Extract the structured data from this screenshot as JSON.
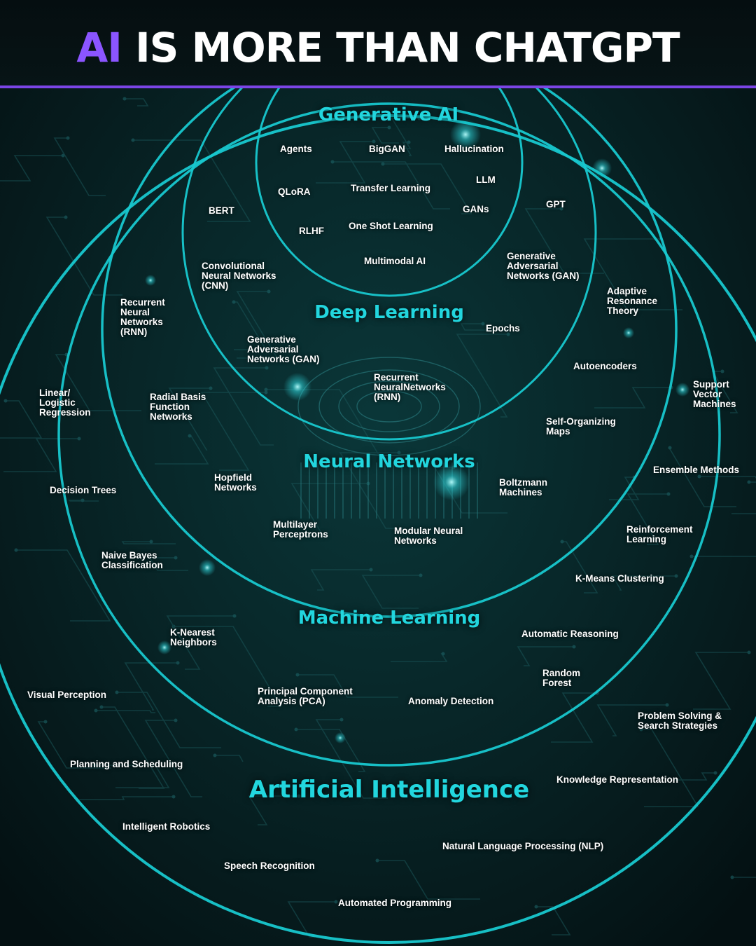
{
  "title": {
    "accent": "AI",
    "rest": "IS MORE THAN CHATGPT"
  },
  "colors": {
    "ring": "#18c8cf",
    "heading": "#22d6de",
    "accent": "#8b55ff",
    "divider": "#7b45e6",
    "background": "#061a1c"
  },
  "rings": {
    "generative_ai": {
      "label": "Generative AI",
      "terms": [
        "Agents",
        "BigGAN",
        "Hallucination",
        "QLoRA",
        "Transfer Learning",
        "LLM",
        "GANs",
        "RLHF",
        "One Shot Learning",
        "Multimodal AI"
      ]
    },
    "deep_learning": {
      "label": "Deep Learning",
      "terms": [
        "BERT",
        "GPT",
        "Convolutional\nNeural Networks\n(CNN)",
        "Generative\nAdversarial\nNetworks (GAN)",
        "Epochs",
        "Generative\nAdversarial\nNetworks (GAN)",
        "Recurrent\nNeuralNetworks\n(RNN)"
      ]
    },
    "neural_networks": {
      "label": "Neural Networks",
      "terms": [
        "Recurrent\nNeural\nNetworks\n(RNN)",
        "Adaptive\nResonance\nTheory",
        "Autoencoders",
        "Radial Basis\nFunction\nNetworks",
        "Self-Organizing\nMaps",
        "Hopfield\nNetworks",
        "Boltzmann\nMachines",
        "Multilayer\nPerceptrons",
        "Modular Neural\nNetworks"
      ]
    },
    "machine_learning": {
      "label": "Machine Learning",
      "terms": [
        "Linear/\nLogistic\nRegression",
        "Support\nVector\nMachines",
        "Decision Trees",
        "Ensemble Methods",
        "Reinforcement\nLearning",
        "Naive Bayes\nClassification",
        "K-Means Clustering",
        "K-Nearest\nNeighbors",
        "Automatic Reasoning",
        "Random\nForest",
        "Principal Component\nAnalysis (PCA)",
        "Anomaly Detection"
      ]
    },
    "artificial_intelligence": {
      "label": "Artificial Intelligence",
      "terms": [
        "Visual Perception",
        "Problem Solving &\nSearch Strategies",
        "Planning and Scheduling",
        "Knowledge Representation",
        "Intelligent Robotics",
        "Natural Language Processing (NLP)",
        "Speech Recognition",
        "Automated Programming"
      ]
    }
  }
}
